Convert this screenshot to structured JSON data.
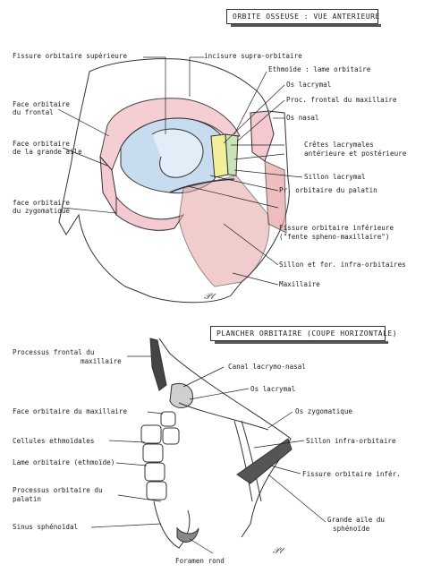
{
  "top": {
    "title": "ORBITE OSSEUSE : VUE ANTERIEURE",
    "labels": {
      "fissure_sup": "Fissure orbitaire supérieure",
      "incisure": "incisure supra-orbitaire",
      "ethmoide": "Ethmoïde : lame orbitaire",
      "os_lacrymal": "Os lacrymal",
      "proc_frontal": "Proc. frontal du maxillaire",
      "os_nasal": "Os nasal",
      "face_frontal_1": "Face orbitaire",
      "face_frontal_2": "du frontal",
      "face_aile_1": "Face orbitaire",
      "face_aile_2": "de la grande aile",
      "cretes_1": "Crêtes lacrymales",
      "cretes_2": "antérieure et postérieure",
      "sillon_lacrymal": "Sillon lacrymal",
      "face_zyg_1": "face orbitaire",
      "face_zyg_2": "du zygomatique",
      "pr_palatin": "Pr. orbitaire du palatin",
      "fissure_inf_1": "Fissure orbitaire inférieure",
      "fissure_inf_2": "(\"fente spheno-maxillaire\")",
      "sillon_infra": "Sillon et for. infra-orbitaires",
      "maxillaire": "Maxillaire"
    }
  },
  "bottom": {
    "title": "PLANCHER ORBITAIRE (COUPE HORIZONTALE)",
    "labels": {
      "proc_frontal_1": "Processus frontal du",
      "proc_frontal_2": "maxillaire",
      "canal": "Canal lacrymo-nasal",
      "os_lacrymal": "Os lacrymal",
      "face_max": "Face orbitaire du maxillaire",
      "os_zyg": "Os zygomatique",
      "cellules": "Cellules ethmoïdales",
      "sillon_infra": "Sillon infra-orbitaire",
      "lame": "Lame orbitaire (ethmoïde)",
      "fissure_inf": "Fissure orbitaire infér.",
      "proc_palatin_1": "Processus orbitaire du",
      "proc_palatin_2": "palatin",
      "grande_aile_1": "Grande aile du",
      "grande_aile_2": "sphénoïde",
      "sinus": "Sinus sphénoïdal",
      "foramen": "Foramen rond"
    }
  },
  "colors": {
    "frontal_pink": "#f4c9cf",
    "ethmoid_blue": "#c8dcef",
    "lacrymal_yellow": "#f3ee9a",
    "green": "#c9e3b9",
    "maxilla_red": "#e7a3a3",
    "outline": "#333333"
  }
}
